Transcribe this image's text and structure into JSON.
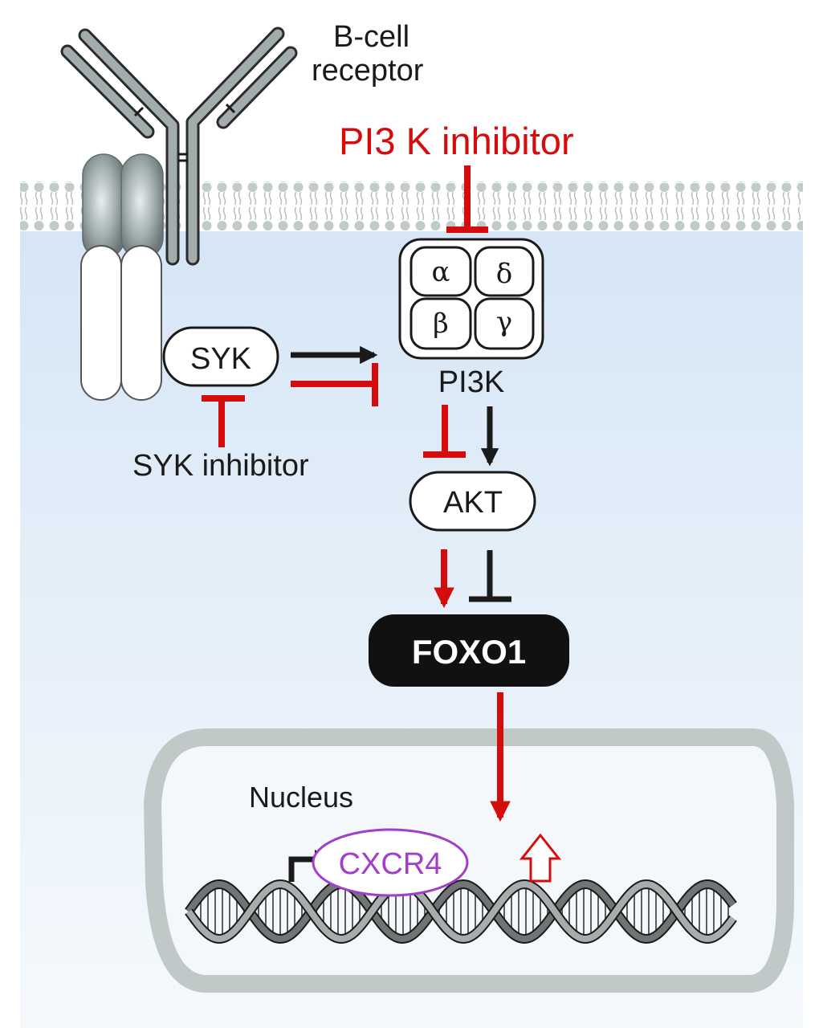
{
  "diagram": {
    "title": "B-cell receptor / PI3K / AKT / FOXO1 signaling to CXCR4",
    "colors": {
      "inhibit_red": "#d40c0c",
      "activate_black": "#1a1a1a",
      "cytoplasm_top": "#d6e6f6",
      "cytoplasm_bottom": "#f5f9fc",
      "membrane_gray": "#c2cbcb",
      "receptor_gray": "#8e9797",
      "nucleus_border": "#c0c9c8",
      "cxcr4_purple": "#a23ec9",
      "foxo1_fill": "#111111"
    },
    "labels": {
      "receptor": [
        "B-cell",
        "receptor"
      ],
      "pi3k_inhibitor": "PI3 K inhibitor",
      "syk": "SYK",
      "syk_inhibitor": "SYK inhibitor",
      "pi3k": "PI3K",
      "pi3k_subunits": [
        "α",
        "δ",
        "β",
        "γ"
      ],
      "akt": "AKT",
      "foxo1": "FOXO1",
      "nucleus": "Nucleus",
      "cxcr4": "CXCR4"
    },
    "edges": [
      {
        "from": "PI3K inhibitor",
        "to": "PI3K",
        "type": "inhibit",
        "color": "red"
      },
      {
        "from": "SYK",
        "to": "PI3K",
        "type": "activate",
        "color": "black"
      },
      {
        "from": "SYK",
        "to": "PI3K",
        "type": "inhibit",
        "color": "red"
      },
      {
        "from": "SYK inhibitor",
        "to": "SYK",
        "type": "inhibit",
        "color": "red"
      },
      {
        "from": "PI3K",
        "to": "AKT",
        "type": "inhibit",
        "color": "red"
      },
      {
        "from": "PI3K",
        "to": "AKT",
        "type": "activate",
        "color": "black"
      },
      {
        "from": "AKT",
        "to": "FOXO1",
        "type": "activate",
        "color": "red"
      },
      {
        "from": "AKT",
        "to": "FOXO1",
        "type": "inhibit",
        "color": "black"
      },
      {
        "from": "FOXO1",
        "to": "CXCR4",
        "type": "activate",
        "color": "red"
      },
      {
        "from": "CXCR4",
        "to": "expression",
        "type": "upregulation",
        "color": "red"
      }
    ]
  }
}
